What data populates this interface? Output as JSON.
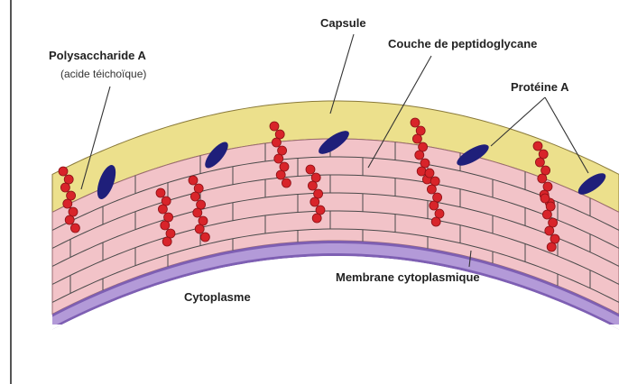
{
  "labels": {
    "polysaccharide": "Polysaccharide A",
    "polysaccharide_sub": "(acide téichoïque)",
    "capsule": "Capsule",
    "peptidoglycan": "Couche de peptidoglycane",
    "protein": "Protéine A",
    "membrane": "Membrane cytoplasmique",
    "cytoplasm": "Cytoplasme"
  },
  "colors": {
    "capsule": "#ece08c",
    "peptidoglycan": "#f2c3c8",
    "brick_line": "#4a4a4a",
    "membrane_inner": "#b39ad8",
    "membrane_outer": "#7e5fb3",
    "bead": "#d8242a",
    "protein": "#1f1f7a",
    "leader": "#333333"
  },
  "icons": {
    "polysaccharide": "red-bead-chain",
    "protein": "dark-blue-ellipse"
  }
}
